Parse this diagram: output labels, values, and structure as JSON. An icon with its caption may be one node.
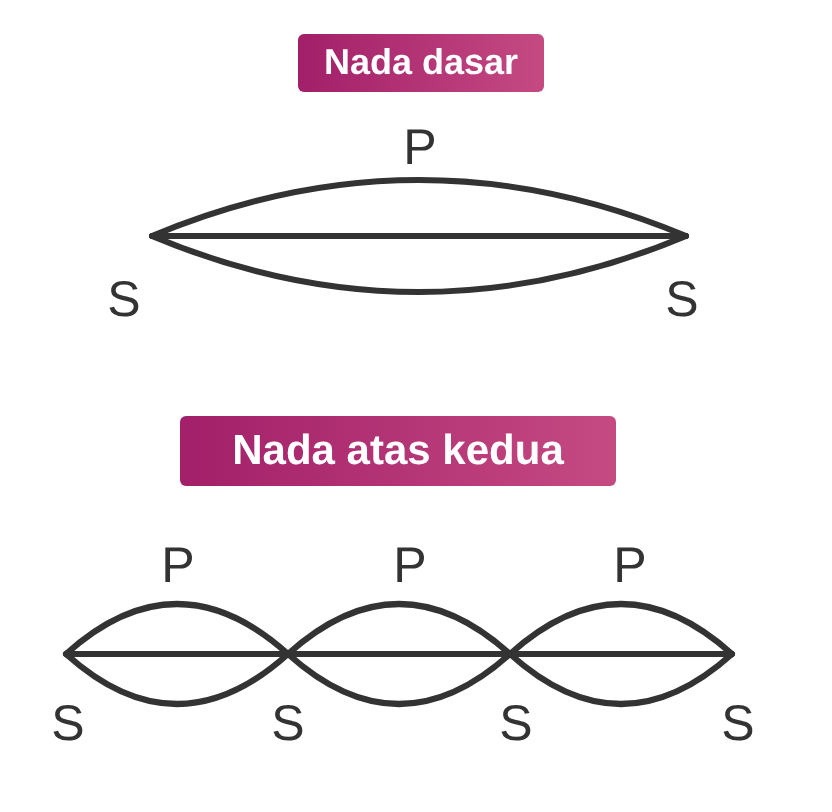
{
  "diagram": {
    "nodes": [
      {
        "text": [
          "Nada dasar"
        ]
      },
      {
        "text": [
          "Nada atas kedua"
        ]
      }
    ],
    "labels": [
      "P",
      "S",
      "S",
      "P",
      "P",
      "P",
      "S",
      "S",
      "S",
      "S"
    ]
  }
}
